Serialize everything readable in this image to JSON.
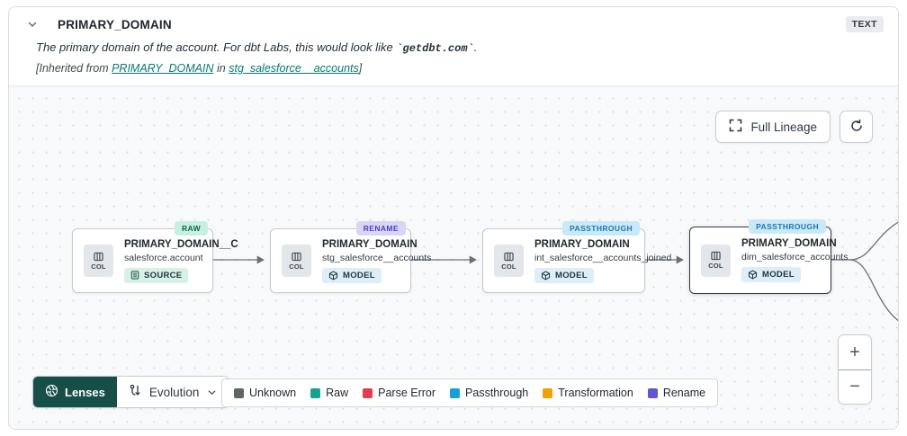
{
  "header": {
    "title": "PRIMARY_DOMAIN",
    "type_badge": "TEXT",
    "description_prefix": "The primary domain of the account. For dbt Labs, this would look like ",
    "description_code": "`getdbt.com`",
    "description_suffix": ".",
    "inherited_prefix": "[Inherited from ",
    "inherited_link_column": "PRIMARY_DOMAIN",
    "inherited_middle": " in ",
    "inherited_link_model": "stg_salesforce__accounts",
    "inherited_suffix": "]"
  },
  "toolbar": {
    "full_lineage_label": "Full Lineage"
  },
  "nodes": [
    {
      "tag": "RAW",
      "title": "PRIMARY_DOMAIN__C",
      "subtitle": "salesforce.account",
      "kind": "SOURCE",
      "col_label": "COL"
    },
    {
      "tag": "RENAME",
      "title": "PRIMARY_DOMAIN",
      "subtitle": "stg_salesforce__accounts",
      "kind": "MODEL",
      "col_label": "COL"
    },
    {
      "tag": "PASSTHROUGH",
      "title": "PRIMARY_DOMAIN",
      "subtitle": "int_salesforce__accounts_joined",
      "kind": "MODEL",
      "col_label": "COL"
    },
    {
      "tag": "PASSTHROUGH",
      "title": "PRIMARY_DOMAIN",
      "subtitle": "dim_salesforce_accounts",
      "kind": "MODEL",
      "col_label": "COL"
    }
  ],
  "lenses": {
    "button_label": "Lenses",
    "selected_lens": "Evolution"
  },
  "legend": [
    {
      "label": "Unknown",
      "color": "#5f6469"
    },
    {
      "label": "Raw",
      "color": "#16a391"
    },
    {
      "label": "Parse Error",
      "color": "#e03e4e"
    },
    {
      "label": "Passthrough",
      "color": "#179fd8"
    },
    {
      "label": "Transformation",
      "color": "#f0a106"
    },
    {
      "label": "Rename",
      "color": "#6156d1"
    }
  ],
  "zoom_controls": {
    "zoom_in": "+",
    "zoom_out": "−"
  },
  "colors": {
    "accent_teal": "#154f48",
    "link_teal": "#067a6f",
    "edge_gray": "#697076"
  }
}
